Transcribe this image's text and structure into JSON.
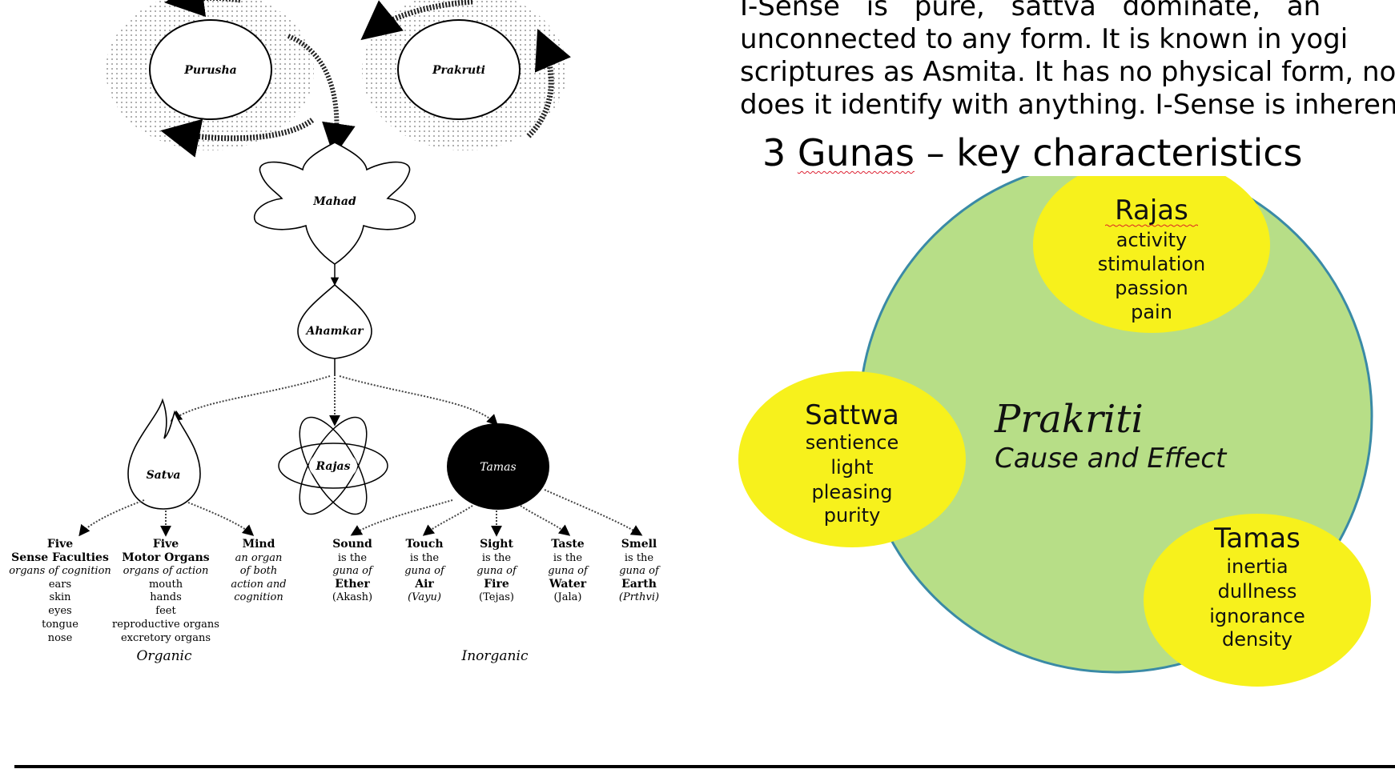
{
  "left": {
    "purusha": "Purusha",
    "prakruti": "Prakruti",
    "mahad": "Mahad",
    "ahamkar": "Ahamkar",
    "satva": "Satva",
    "rajas": "Rajas",
    "tamas": "Tamas",
    "col_senses": {
      "title1": "Five",
      "title2": "Sense Faculties",
      "sub": "organs of cognition",
      "items": [
        "ears",
        "skin",
        "eyes",
        "tongue",
        "nose"
      ]
    },
    "col_motor": {
      "title1": "Five",
      "title2": "Motor Organs",
      "sub": "organs of action",
      "items": [
        "mouth",
        "hands",
        "feet",
        "reproductive organs",
        "excretory organs"
      ]
    },
    "col_mind": {
      "title": "Mind",
      "l1": "an organ",
      "l2": "of both",
      "l3": "action and",
      "l4": "cognition"
    },
    "elements": [
      {
        "title": "Sound",
        "l1": "is the",
        "l2": "guna of",
        "el": "Ether",
        "sk": "(Akash)"
      },
      {
        "title": "Touch",
        "l1": "is the",
        "l2": "guna of",
        "el": "Air",
        "sk": "(Vayu)"
      },
      {
        "title": "Sight",
        "l1": "is the",
        "l2": "guna of",
        "el": "Fire",
        "sk": "(Tejas)"
      },
      {
        "title": "Taste",
        "l1": "is the",
        "l2": "guna of",
        "el": "Water",
        "sk": "(Jala)"
      },
      {
        "title": "Smell",
        "l1": "is the",
        "l2": "guna of",
        "el": "Earth",
        "sk": "(Prthvi)"
      }
    ],
    "organic": "Organic",
    "inorganic": "Inorganic"
  },
  "paragraph": {
    "lines": [
      "I-Sense is pure, sattva dominate, an",
      "unconnected to any form. It is known in yogi",
      "scriptures as Asmita. It has no physical form, no",
      "does it identify with anything.  I-Sense is inheren"
    ]
  },
  "right": {
    "title_prefix": "3 ",
    "title_word": "Gunas",
    "title_rest": " – key characteristics",
    "center_title": "Prakriti",
    "center_sub": "Cause and Effect",
    "rajas": {
      "title": "Rajas",
      "items": [
        "activity",
        "stimulation",
        "passion",
        "pain"
      ]
    },
    "sattwa": {
      "title": "Sattwa",
      "items": [
        "sentience",
        "light",
        "pleasing",
        "purity"
      ]
    },
    "tamas": {
      "title": "Tamas",
      "items": [
        "inertia",
        "dullness",
        "ignorance",
        "density"
      ]
    },
    "colors": {
      "big_circle": "#b7de87",
      "big_outline": "#3a8aa6",
      "small_circle": "#f7f11c",
      "squiggle": "#dd2222"
    }
  }
}
